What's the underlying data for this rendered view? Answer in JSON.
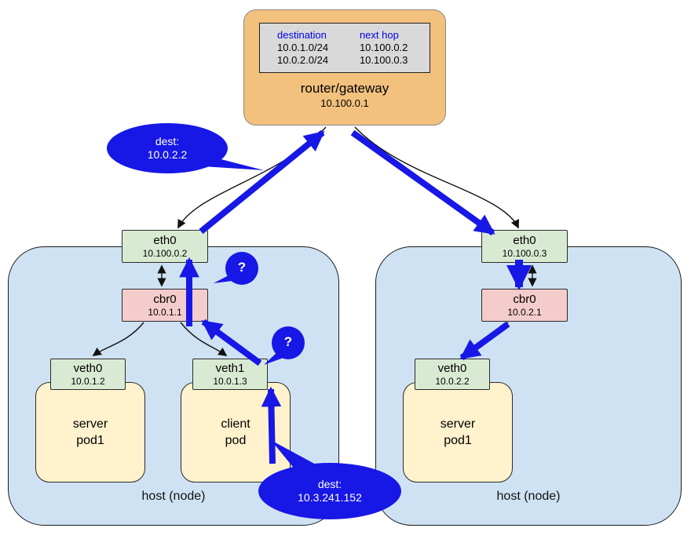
{
  "router": {
    "title": "router/gateway",
    "ip": "10.100.0.1",
    "table": {
      "headers": [
        "destination",
        "next hop"
      ],
      "rows": [
        [
          "10.0.1.0/24",
          "10.100.0.2"
        ],
        [
          "10.0.2.0/24",
          "10.100.0.3"
        ]
      ]
    }
  },
  "hosts": {
    "left": {
      "label": "host (node)",
      "eth0": {
        "name": "eth0",
        "ip": "10.100.0.2"
      },
      "cbr0": {
        "name": "cbr0",
        "ip": "10.0.1.1"
      },
      "veth0": {
        "name": "veth0",
        "ip": "10.0.1.2"
      },
      "veth1": {
        "name": "veth1",
        "ip": "10.0.1.3"
      },
      "server_pod": {
        "line1": "server",
        "line2": "pod1"
      },
      "client_pod": {
        "line1": "client",
        "line2": "pod"
      }
    },
    "right": {
      "label": "host (node)",
      "eth0": {
        "name": "eth0",
        "ip": "10.100.0.3"
      },
      "cbr0": {
        "name": "cbr0",
        "ip": "10.0.2.1"
      },
      "veth0": {
        "name": "veth0",
        "ip": "10.0.2.2"
      },
      "server_pod": {
        "line1": "server",
        "line2": "pod1"
      }
    }
  },
  "callouts": {
    "dest_left": {
      "line1": "dest:",
      "line2": "10.0.2.2"
    },
    "dest_bottom": {
      "line1": "dest:",
      "line2": "10.3.241.152"
    },
    "question_top": "?",
    "question_bottom": "?"
  },
  "colors": {
    "arrow_blue": "#1717e6",
    "router_fill": "#f2c17d",
    "host_fill": "#cfe2f3",
    "interface_fill": "#d9ead3",
    "bridge_fill": "#f4cccc",
    "pod_fill": "#fff2cc",
    "table_fill": "#d9d9d9",
    "table_header_text": "#0000ee"
  }
}
